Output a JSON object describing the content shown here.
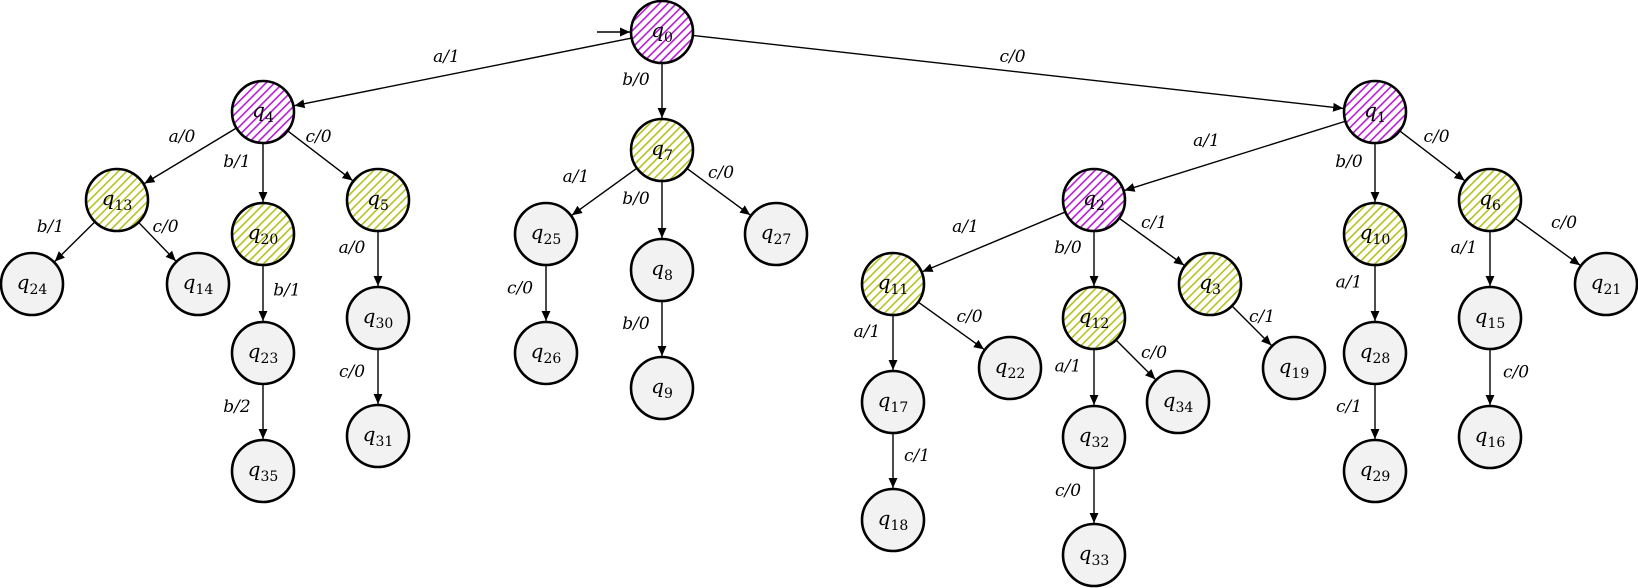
{
  "colors": {
    "plain_fill": "#f2f2f2",
    "magenta_hatch": "#b81ad6",
    "yellow_hatch": "#b5c21e",
    "stroke": "#000000"
  },
  "nodes": [
    {
      "id": "q0",
      "sub": "0",
      "style": "magenta",
      "initial": true
    },
    {
      "id": "q4",
      "sub": "4",
      "style": "magenta"
    },
    {
      "id": "q7",
      "sub": "7",
      "style": "yellow"
    },
    {
      "id": "q1",
      "sub": "1",
      "style": "magenta"
    },
    {
      "id": "q13",
      "sub": "13",
      "style": "yellow"
    },
    {
      "id": "q20",
      "sub": "20",
      "style": "yellow"
    },
    {
      "id": "q5",
      "sub": "5",
      "style": "yellow"
    },
    {
      "id": "q24",
      "sub": "24",
      "style": "plain"
    },
    {
      "id": "q14",
      "sub": "14",
      "style": "plain"
    },
    {
      "id": "q23",
      "sub": "23",
      "style": "plain"
    },
    {
      "id": "q35",
      "sub": "35",
      "style": "plain"
    },
    {
      "id": "q30",
      "sub": "30",
      "style": "plain"
    },
    {
      "id": "q31",
      "sub": "31",
      "style": "plain"
    },
    {
      "id": "q25",
      "sub": "25",
      "style": "plain"
    },
    {
      "id": "q26",
      "sub": "26",
      "style": "plain"
    },
    {
      "id": "q8",
      "sub": "8",
      "style": "plain"
    },
    {
      "id": "q9",
      "sub": "9",
      "style": "plain"
    },
    {
      "id": "q27",
      "sub": "27",
      "style": "plain"
    },
    {
      "id": "q2",
      "sub": "2",
      "style": "magenta"
    },
    {
      "id": "q11",
      "sub": "11",
      "style": "yellow"
    },
    {
      "id": "q12",
      "sub": "12",
      "style": "yellow"
    },
    {
      "id": "q3",
      "sub": "3",
      "style": "yellow"
    },
    {
      "id": "q17",
      "sub": "17",
      "style": "plain"
    },
    {
      "id": "q18",
      "sub": "18",
      "style": "plain"
    },
    {
      "id": "q22",
      "sub": "22",
      "style": "plain"
    },
    {
      "id": "q32",
      "sub": "32",
      "style": "plain"
    },
    {
      "id": "q33",
      "sub": "33",
      "style": "plain"
    },
    {
      "id": "q34",
      "sub": "34",
      "style": "plain"
    },
    {
      "id": "q19",
      "sub": "19",
      "style": "plain"
    },
    {
      "id": "q10",
      "sub": "10",
      "style": "yellow"
    },
    {
      "id": "q28",
      "sub": "28",
      "style": "plain"
    },
    {
      "id": "q29",
      "sub": "29",
      "style": "plain"
    },
    {
      "id": "q6",
      "sub": "6",
      "style": "yellow"
    },
    {
      "id": "q15",
      "sub": "15",
      "style": "plain"
    },
    {
      "id": "q16",
      "sub": "16",
      "style": "plain"
    },
    {
      "id": "q21",
      "sub": "21",
      "style": "plain"
    }
  ],
  "edges": [
    {
      "from": "q0",
      "to": "q4",
      "label": "a/1"
    },
    {
      "from": "q0",
      "to": "q7",
      "label": "b/0"
    },
    {
      "from": "q0",
      "to": "q1",
      "label": "c/0"
    },
    {
      "from": "q4",
      "to": "q13",
      "label": "a/0"
    },
    {
      "from": "q4",
      "to": "q20",
      "label": "b/1"
    },
    {
      "from": "q4",
      "to": "q5",
      "label": "c/0"
    },
    {
      "from": "q13",
      "to": "q24",
      "label": "b/1"
    },
    {
      "from": "q13",
      "to": "q14",
      "label": "c/0"
    },
    {
      "from": "q20",
      "to": "q23",
      "label": "b/1"
    },
    {
      "from": "q23",
      "to": "q35",
      "label": "b/2"
    },
    {
      "from": "q5",
      "to": "q30",
      "label": "a/0"
    },
    {
      "from": "q30",
      "to": "q31",
      "label": "c/0"
    },
    {
      "from": "q7",
      "to": "q25",
      "label": "a/1"
    },
    {
      "from": "q7",
      "to": "q8",
      "label": "b/0"
    },
    {
      "from": "q7",
      "to": "q27",
      "label": "c/0"
    },
    {
      "from": "q25",
      "to": "q26",
      "label": "c/0"
    },
    {
      "from": "q8",
      "to": "q9",
      "label": "b/0"
    },
    {
      "from": "q1",
      "to": "q2",
      "label": "a/1"
    },
    {
      "from": "q1",
      "to": "q10",
      "label": "b/0"
    },
    {
      "from": "q1",
      "to": "q6",
      "label": "c/0"
    },
    {
      "from": "q2",
      "to": "q11",
      "label": "a/1"
    },
    {
      "from": "q2",
      "to": "q12",
      "label": "b/0"
    },
    {
      "from": "q2",
      "to": "q3",
      "label": "c/1"
    },
    {
      "from": "q11",
      "to": "q17",
      "label": "a/1"
    },
    {
      "from": "q11",
      "to": "q22",
      "label": "c/0"
    },
    {
      "from": "q17",
      "to": "q18",
      "label": "c/1"
    },
    {
      "from": "q12",
      "to": "q32",
      "label": "a/1"
    },
    {
      "from": "q12",
      "to": "q34",
      "label": "c/0"
    },
    {
      "from": "q32",
      "to": "q33",
      "label": "c/0"
    },
    {
      "from": "q3",
      "to": "q19",
      "label": "c/1"
    },
    {
      "from": "q10",
      "to": "q28",
      "label": "a/1"
    },
    {
      "from": "q28",
      "to": "q29",
      "label": "c/1"
    },
    {
      "from": "q6",
      "to": "q15",
      "label": "a/1"
    },
    {
      "from": "q6",
      "to": "q21",
      "label": "c/0"
    },
    {
      "from": "q15",
      "to": "q16",
      "label": "c/0"
    }
  ]
}
